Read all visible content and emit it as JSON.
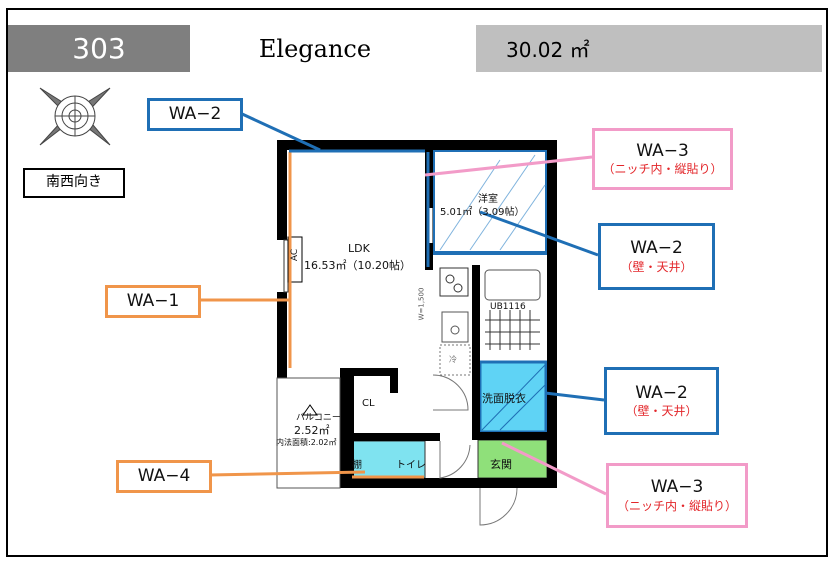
{
  "header": {
    "room_number": "303",
    "building_name": "Elegance",
    "area": "30.02 ㎡"
  },
  "orientation": {
    "icon": "compass-icon",
    "label": "南西向き"
  },
  "rooms": {
    "ldk_name": "LDK",
    "ldk_area": "16.53㎡（10.20帖）",
    "bedroom_name": "洋室",
    "bedroom_area": "5.01㎡（3.09帖）",
    "balcony_name": "バルコニー",
    "balcony_area": "2.52㎡",
    "balcony_inner": "内法面積:2.02㎡",
    "closet": "CL",
    "toilet": "トイレ",
    "shelf": "棚",
    "washroom": "洗面脱衣",
    "entrance": "玄関",
    "ac": "AC",
    "kitchen_width": "W=1,500",
    "bath": "UB1116",
    "fridge": "冷"
  },
  "callouts": [
    {
      "code": "WA−2",
      "note": ""
    },
    {
      "code": "WA−1",
      "note": ""
    },
    {
      "code": "WA−4",
      "note": ""
    },
    {
      "code": "WA−3",
      "note": "（ニッチ内・縦貼り）"
    },
    {
      "code": "WA−2",
      "note": "（壁・天井）"
    },
    {
      "code": "WA−2",
      "note": "（壁・天井）"
    },
    {
      "code": "WA−3",
      "note": "（ニッチ内・縦貼り）"
    }
  ],
  "colors": {
    "wa1": "#f0954a",
    "wa2": "#1f6fb5",
    "wa3": "#f29bc8",
    "wash": "#5fd3f5",
    "toilet": "#7fe3f0",
    "entrance": "#8fe07a"
  }
}
